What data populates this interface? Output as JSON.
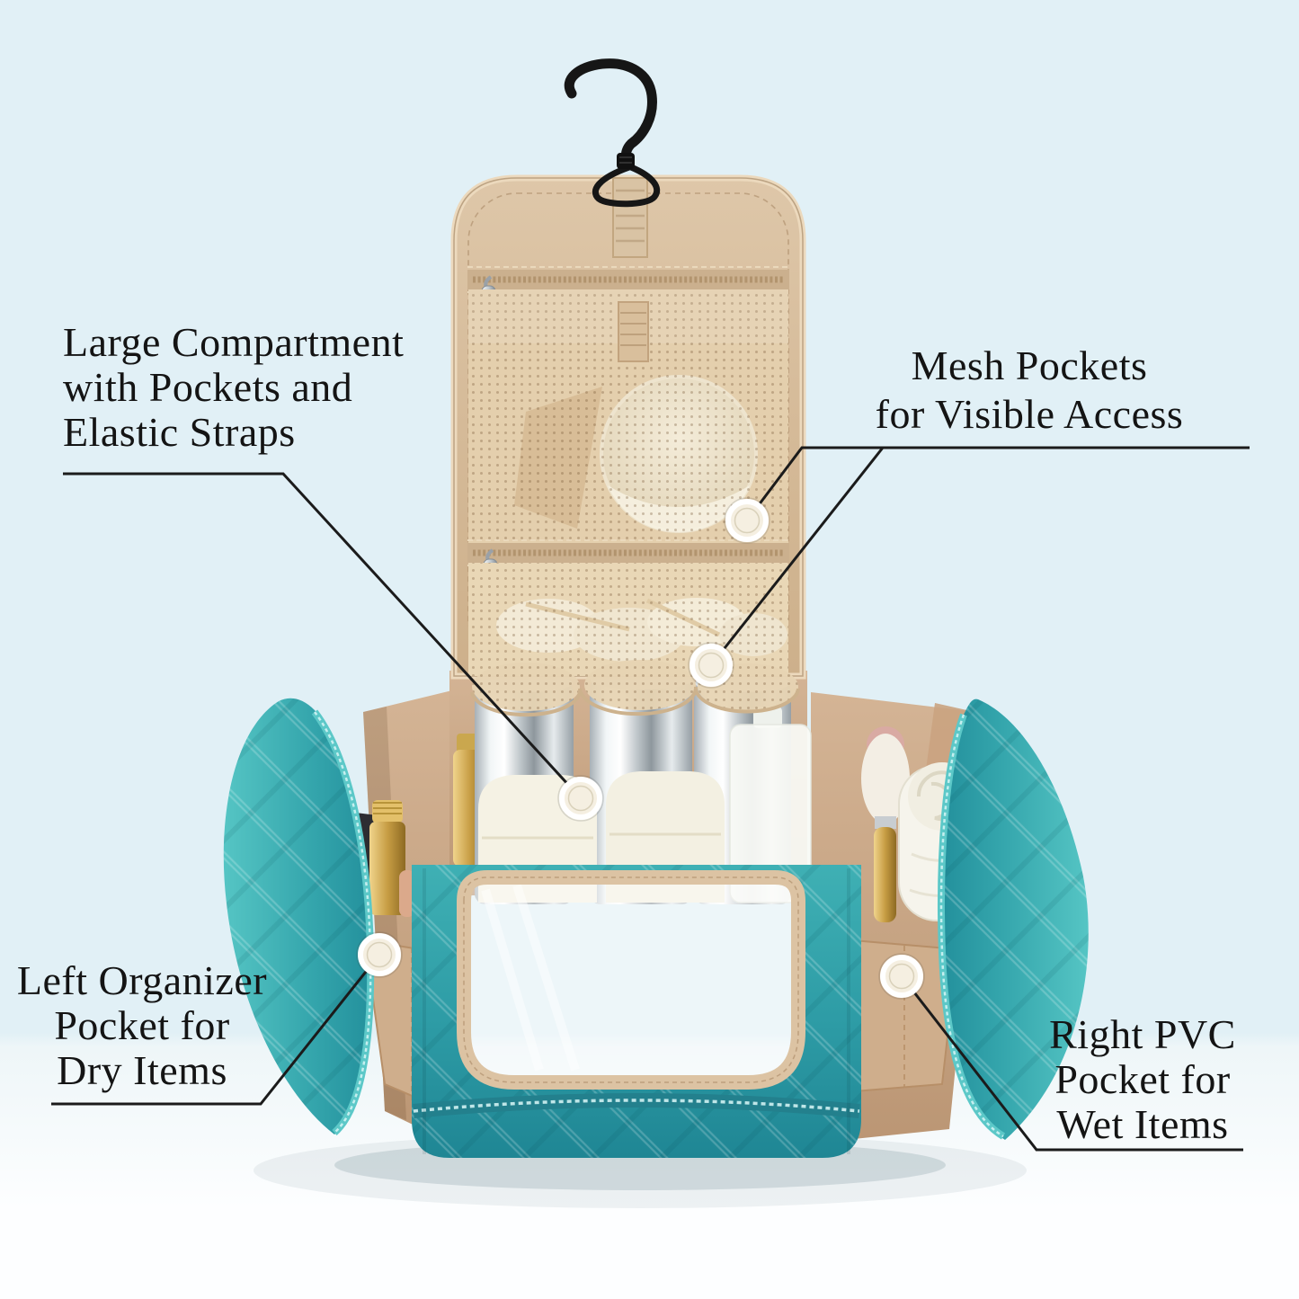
{
  "callouts": [
    {
      "id": "large-compartment",
      "lines": [
        "Large Compartment",
        "with Pockets and",
        "Elastic Straps"
      ]
    },
    {
      "id": "mesh-pockets",
      "lines": [
        "Mesh Pockets",
        "for Visible Access"
      ]
    },
    {
      "id": "left-organizer",
      "lines": [
        "Left Organizer",
        "Pocket for",
        "Dry Items"
      ]
    },
    {
      "id": "right-pvc",
      "lines": [
        "Right PVC",
        "Pocket for",
        "Wet Items"
      ]
    }
  ],
  "colors": {
    "bg_top": "#e1f0f6",
    "bg_bottom": "#fdfeff",
    "text_color": "#141414",
    "line_color": "#1b1b1b",
    "dot_fill": "#f5efe1",
    "teal": "#2f9fa8",
    "teal_dark": "#1f8492",
    "teal_light": "#4fc0c0",
    "flap_tan": "#d7bd9d",
    "mesh_tan": "#e6d2b0",
    "zipper_tan": "#c9ac87",
    "interior_tan": "#c9a584",
    "binding_tan": "#dcc3a3",
    "hook_black": "#161616"
  }
}
